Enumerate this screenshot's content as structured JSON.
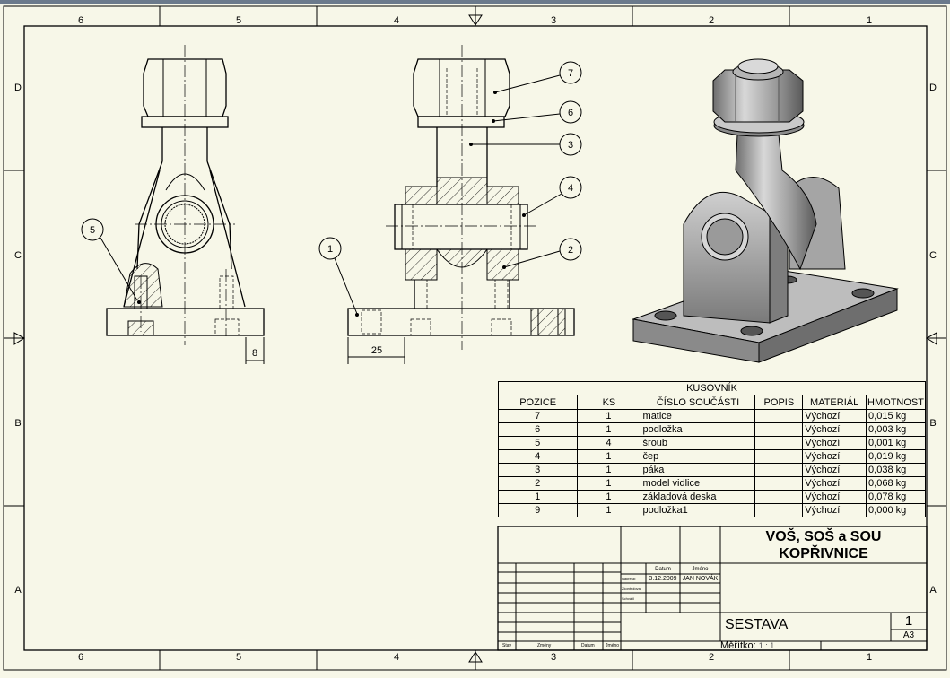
{
  "zones": {
    "columns": [
      "6",
      "5",
      "4",
      "3",
      "2",
      "1"
    ],
    "rows": [
      "D",
      "C",
      "B",
      "A"
    ]
  },
  "balloons": [
    "1",
    "2",
    "3",
    "4",
    "5",
    "6",
    "7"
  ],
  "dimensions": {
    "bolt_offset": "8",
    "hole_offset": "25"
  },
  "bom": {
    "title": "KUSOVNÍK",
    "headers": [
      "POZICE",
      "KS",
      "ČÍSLO SOUČÁSTI",
      "POPIS",
      "MATERIÁL",
      "HMOTNOST"
    ],
    "rows": [
      [
        "7",
        "1",
        "matice",
        "",
        "Výchozí",
        "0,015 kg"
      ],
      [
        "6",
        "1",
        "podložka",
        "",
        "Výchozí",
        "0,003 kg"
      ],
      [
        "5",
        "4",
        "šroub",
        "",
        "Výchozí",
        "0,001 kg"
      ],
      [
        "4",
        "1",
        "čep",
        "",
        "Výchozí",
        "0,019 kg"
      ],
      [
        "3",
        "1",
        "páka",
        "",
        "Výchozí",
        "0,038 kg"
      ],
      [
        "2",
        "1",
        "model vidlice",
        "",
        "Výchozí",
        "0,068 kg"
      ],
      [
        "1",
        "1",
        "základová deska",
        "",
        "Výchozí",
        "0,078 kg"
      ],
      [
        "9",
        "1",
        "podložka1",
        "",
        "Výchozí",
        "0,000 kg"
      ]
    ]
  },
  "title_block": {
    "organization_line1": "VOŠ, SOŠ a SOU",
    "organization_line2": "KOPŘIVNICE",
    "date_header": "Datum",
    "name_header": "Jméno",
    "designer_label": "Nakreslil",
    "checked_label": "Zkontroloval",
    "approved_label": "Schválil",
    "date": "3.12.2009",
    "author": "JAN NOVÁK",
    "drawing_name": "SESTAVA",
    "sheet_number": "1",
    "sheet_format": "A3",
    "scale_label": "Měřítko:",
    "scale_value": "1 : 1",
    "rev_labels": [
      "Stav",
      "Změny",
      "Datum",
      "Jméno"
    ]
  }
}
